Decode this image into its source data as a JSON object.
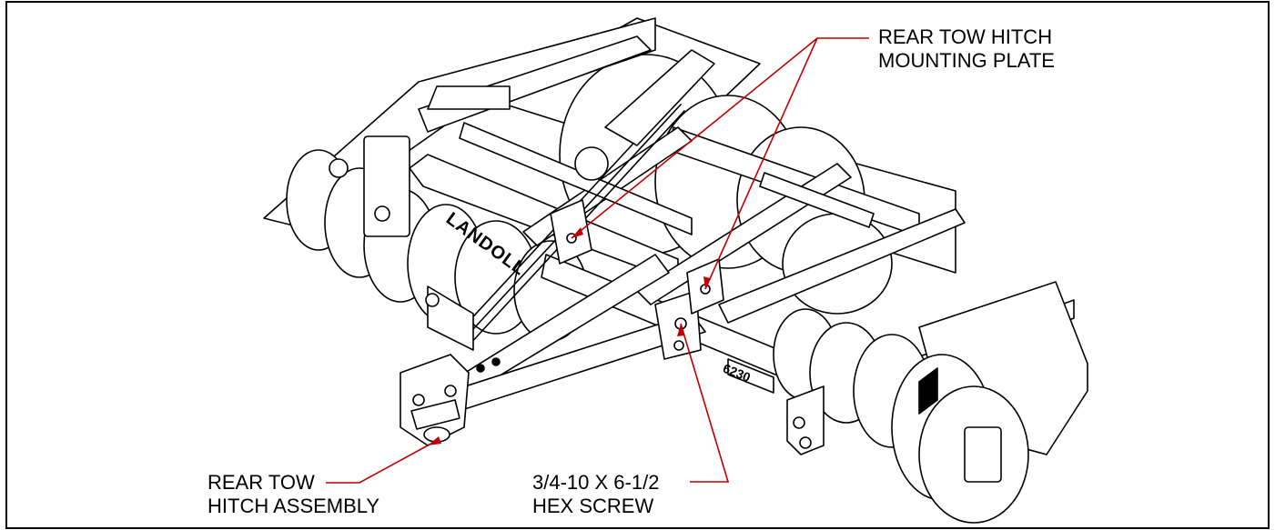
{
  "callouts": {
    "mounting_plate": {
      "line1": "REAR TOW HITCH",
      "line2": "MOUNTING PLATE"
    },
    "hitch_assembly": {
      "line1": "REAR TOW",
      "line2": "HITCH ASSEMBLY"
    },
    "hex_screw": {
      "line1": "3/4-10 X 6-1/2",
      "line2": "HEX SCREW"
    }
  },
  "decals": {
    "brand": "LANDOLL",
    "model": "6230"
  },
  "colors": {
    "leader": "#c00000",
    "ink": "#000000"
  }
}
